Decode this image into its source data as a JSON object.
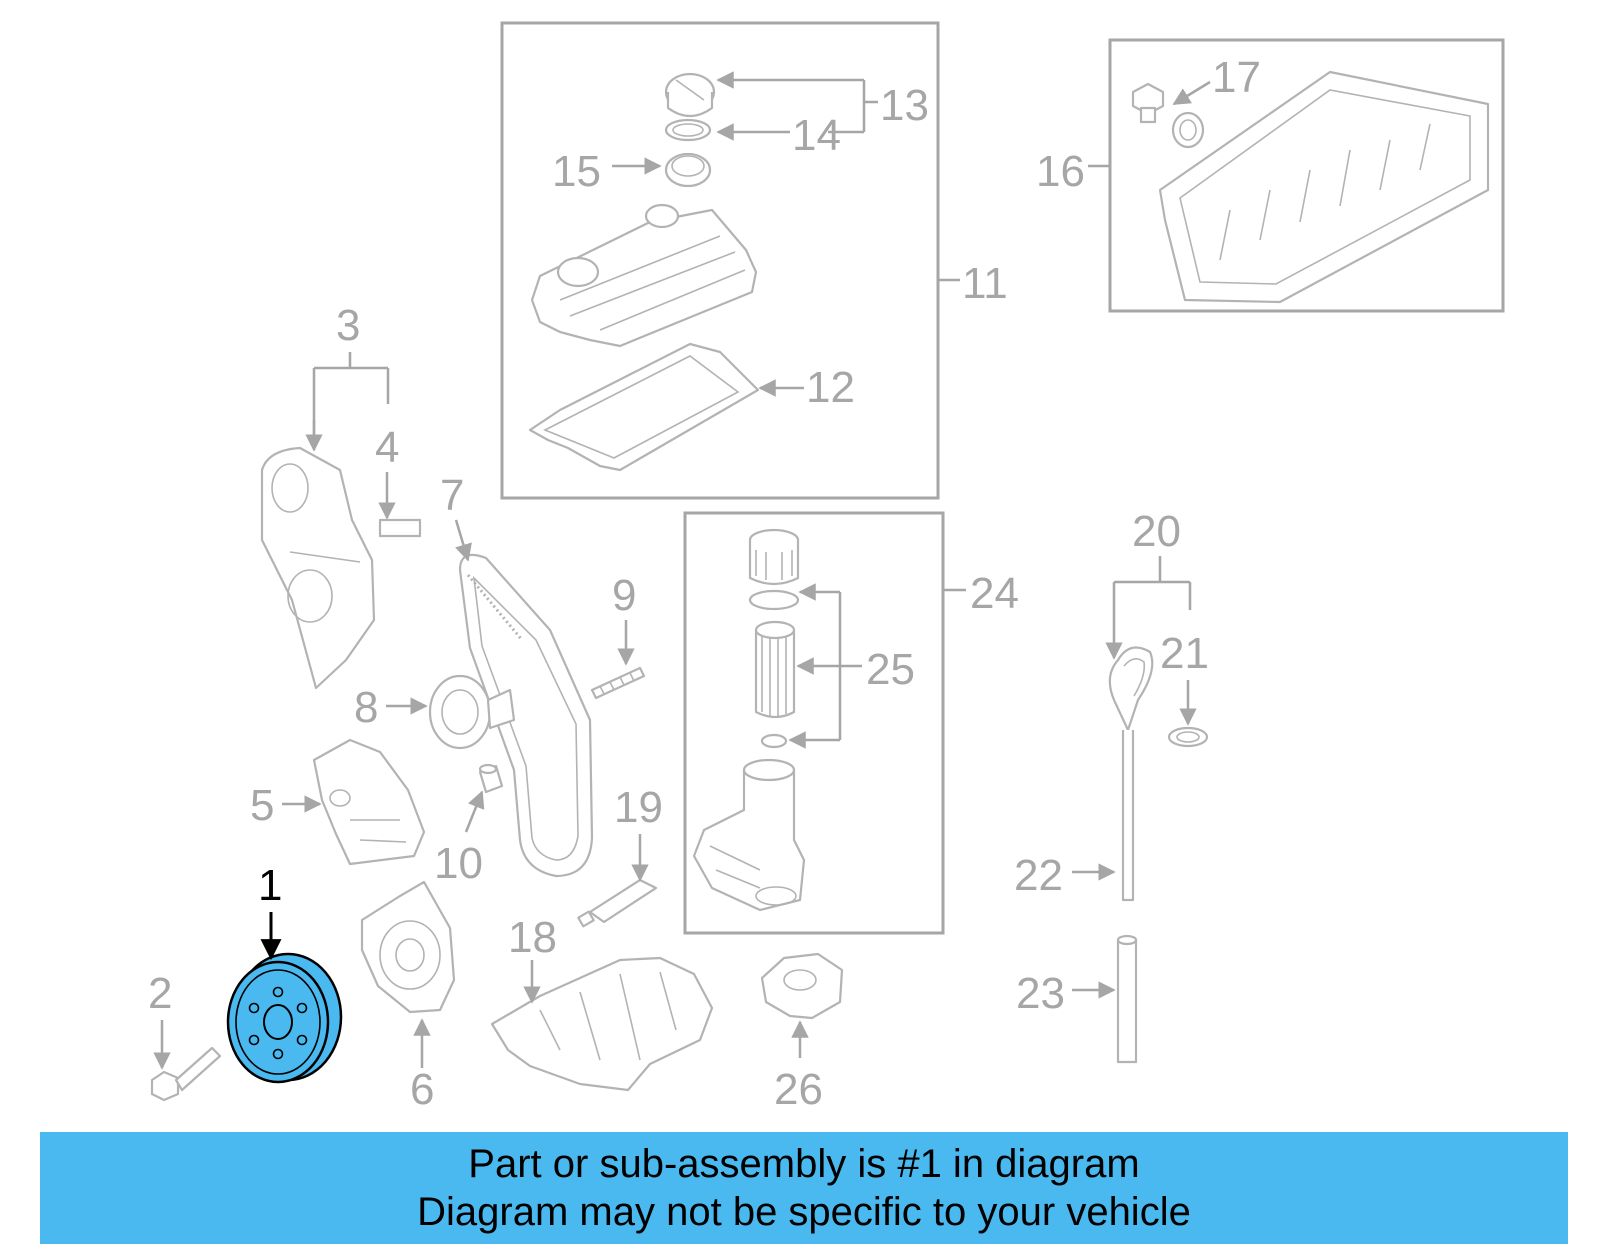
{
  "colors": {
    "highlight": "#4ab9ef",
    "label_grey": "#a6a6a6",
    "part_outline": "#b3b3b3"
  },
  "highlighted_part": "1",
  "labels": {
    "p1": "1",
    "p2": "2",
    "p3": "3",
    "p4": "4",
    "p5": "5",
    "p6": "6",
    "p7": "7",
    "p8": "8",
    "p9": "9",
    "p10": "10",
    "p11": "11",
    "p12": "12",
    "p13": "13",
    "p14": "14",
    "p15": "15",
    "p16": "16",
    "p17": "17",
    "p18": "18",
    "p19": "19",
    "p20": "20",
    "p21": "21",
    "p22": "22",
    "p23": "23",
    "p24": "24",
    "p25": "25",
    "p26": "26"
  },
  "banner": {
    "line1": "Part or sub-assembly is #1 in diagram",
    "line2": "Diagram may not be specific to your vehicle"
  }
}
